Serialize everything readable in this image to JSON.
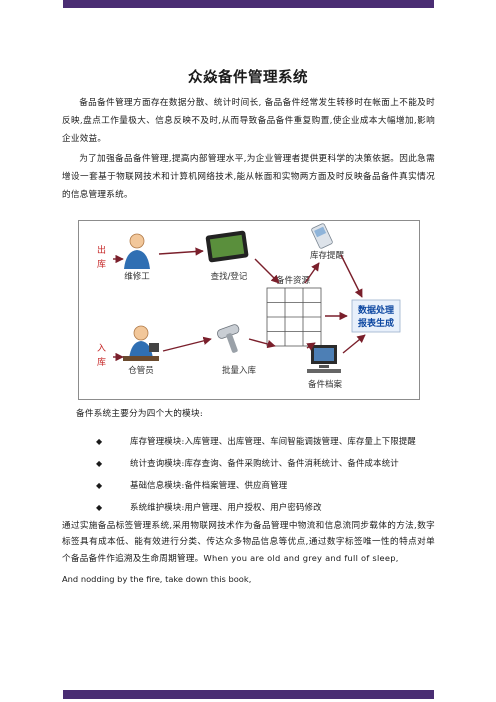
{
  "title": "众焱备件管理系统",
  "paragraphs": [
    "备品备件管理方面存在数据分散、统计时间长, 备品备件经常发生转移时在帐面上不能及时反映,盘点工作量极大、信息反映不及时,从而导致备品备件重复购置,使企业成本大幅增加,影响企业效益。",
    "为了加强备品备件管理,提高内部管理水平,为企业管理者提供更科学的决策依据。因此急需增设一套基于物联网技术和计算机网络技术,能从帐面和实物两方面及时反映备品备件真实情况的信息管理系统。"
  ],
  "diagram": {
    "out_label": [
      "出",
      "库"
    ],
    "in_label": [
      "入",
      "库"
    ],
    "maintainer": "维修工",
    "lookup": "查找/登记",
    "stock_alert": "库存提醒",
    "resources": "备件资源",
    "data_processing": [
      "数据处理",
      "报表生成"
    ],
    "keeper": "仓管员",
    "batch_in": "批量入库",
    "archive": "备件档案"
  },
  "modules_intro": "备件系统主要分为四个大的模块:",
  "modules": [
    "库存管理模块:入库管理、出库管理、车间智能调拨管理、库存量上下限提醒",
    "统计查询模块:库存查询、备件采购统计、备件消耗统计、备件成本统计",
    "基础信息模块:备件档案管理、供应商管理",
    "系统维护模块:用户管理、用户授权、用户密码修改"
  ],
  "bullet_glyph": "◆",
  "paragraph3": "通过实施备品标签管理系统,采用物联网技术作为备品管理中物流和信息流同步载体的方法,数字标签具有成本低、能有效进行分类、传达众多物品信息等优点,通过数字标签唯一性的特点对单个备品备件作追溯及生命周期管理。",
  "paragraph3_english": "When you are old and grey and full of sleep,",
  "line_english": "And nodding by the fire, take down this book,",
  "colors": {
    "bar": "#4a2d73",
    "accent_red": "#c62828",
    "accent_blue": "#0d47a1"
  }
}
